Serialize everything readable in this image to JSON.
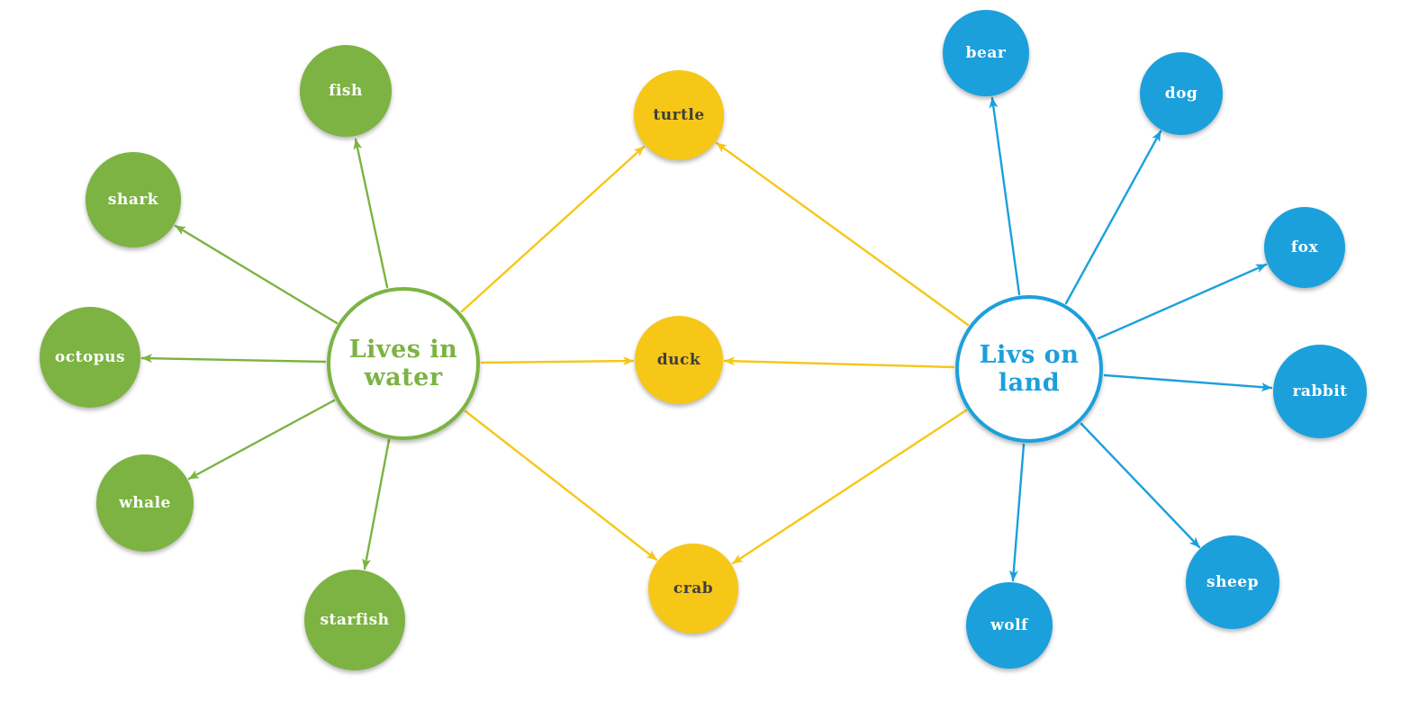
{
  "colors": {
    "green": "#7CB342",
    "blue": "#1BA0DC",
    "yellow": "#F6C716",
    "text_dark": "#3E3E3E",
    "text_light": "#FFFFFF",
    "background": "#FFFFFF"
  },
  "hubs": {
    "water": {
      "label": "Lives in water",
      "color": "green"
    },
    "land": {
      "label": "Livs on land",
      "color": "blue"
    }
  },
  "nodes": {
    "fish": {
      "label": "fish",
      "group": "water",
      "color": "green"
    },
    "shark": {
      "label": "shark",
      "group": "water",
      "color": "green"
    },
    "octopus": {
      "label": "octopus",
      "group": "water",
      "color": "green"
    },
    "whale": {
      "label": "whale",
      "group": "water",
      "color": "green"
    },
    "starfish": {
      "label": "starfish",
      "group": "water",
      "color": "green"
    },
    "turtle": {
      "label": "turtle",
      "group": "water+land",
      "color": "yellow"
    },
    "duck": {
      "label": "duck",
      "group": "water+land",
      "color": "yellow"
    },
    "crab": {
      "label": "crab",
      "group": "water+land",
      "color": "yellow"
    },
    "bear": {
      "label": "bear",
      "group": "land",
      "color": "blue"
    },
    "dog": {
      "label": "dog",
      "group": "land",
      "color": "blue"
    },
    "fox": {
      "label": "fox",
      "group": "land",
      "color": "blue"
    },
    "rabbit": {
      "label": "rabbit",
      "group": "land",
      "color": "blue"
    },
    "sheep": {
      "label": "sheep",
      "group": "land",
      "color": "blue"
    },
    "wolf": {
      "label": "wolf",
      "group": "land",
      "color": "blue"
    }
  },
  "edges": [
    {
      "from": "water",
      "to": "fish",
      "color": "green"
    },
    {
      "from": "water",
      "to": "shark",
      "color": "green"
    },
    {
      "from": "water",
      "to": "octopus",
      "color": "green"
    },
    {
      "from": "water",
      "to": "whale",
      "color": "green"
    },
    {
      "from": "water",
      "to": "starfish",
      "color": "green"
    },
    {
      "from": "water",
      "to": "turtle",
      "color": "yellow"
    },
    {
      "from": "water",
      "to": "duck",
      "color": "yellow"
    },
    {
      "from": "water",
      "to": "crab",
      "color": "yellow"
    },
    {
      "from": "land",
      "to": "turtle",
      "color": "yellow"
    },
    {
      "from": "land",
      "to": "duck",
      "color": "yellow"
    },
    {
      "from": "land",
      "to": "crab",
      "color": "yellow"
    },
    {
      "from": "land",
      "to": "bear",
      "color": "blue"
    },
    {
      "from": "land",
      "to": "dog",
      "color": "blue"
    },
    {
      "from": "land",
      "to": "fox",
      "color": "blue"
    },
    {
      "from": "land",
      "to": "rabbit",
      "color": "blue"
    },
    {
      "from": "land",
      "to": "sheep",
      "color": "blue"
    },
    {
      "from": "land",
      "to": "wolf",
      "color": "blue"
    }
  ]
}
